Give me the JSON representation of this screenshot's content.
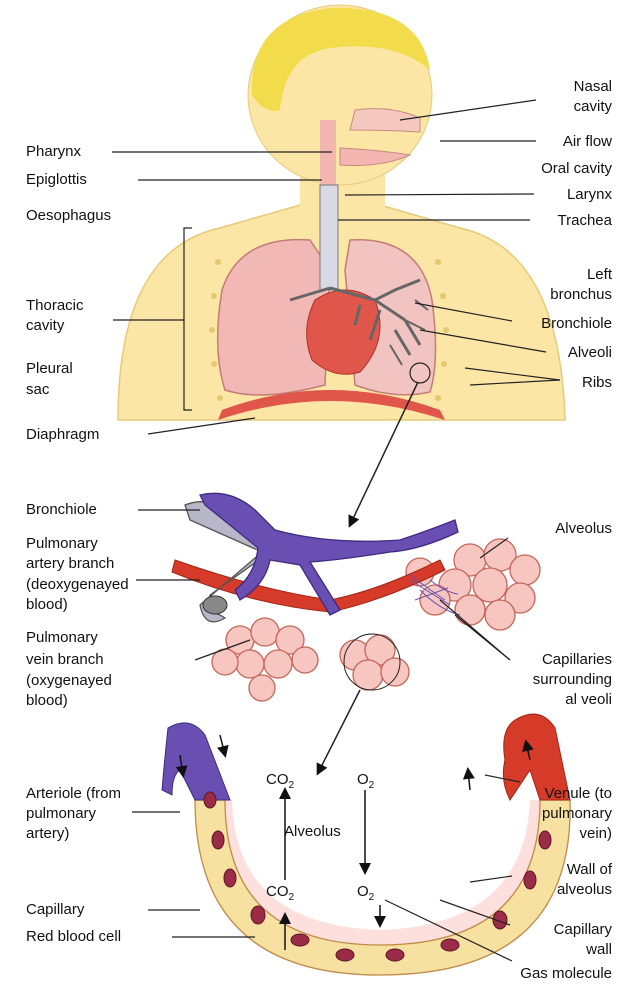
{
  "colors": {
    "skin": "#fbe6a6",
    "hair": "#f2dc4c",
    "lung": "#f2b8b6",
    "heart": "#e0564b",
    "artery_blue": "#6a4fb3",
    "vein_red": "#d63b2a",
    "alveolus": "#f7c6c0",
    "capillary_fill": "#f6e1a0",
    "rbc": "#9a2c48"
  },
  "top_labels_left": {
    "pharynx": "Pharynx",
    "epiglottis": "Epiglottis",
    "oesophagus": "Oesophagus",
    "thoracic_1": "Thoracic",
    "thoracic_2": "cavity",
    "pleural_1": "Pleural",
    "pleural_2": "sac",
    "diaphragm": "Diaphragm"
  },
  "top_labels_right": {
    "nasal_1": "Nasal",
    "nasal_2": "cavity",
    "air_flow": "Air flow",
    "oral_cavity": "Oral cavity",
    "larynx": "Larynx",
    "trachea": "Trachea",
    "left_bronchus_1": "Left",
    "left_bronchus_2": "bronchus",
    "bronchiole": "Bronchiole",
    "alveoli": "Alveoli",
    "ribs": "Ribs"
  },
  "middle_labels": {
    "bronchiole": "Bronchiole",
    "pa_1": "Pulmonary",
    "pa_2": "artery branch",
    "pa_3": "(deoxygenayed",
    "pa_4": "blood)",
    "pv_1": "Pulmonary",
    "pv_2": "vein branch",
    "pv_3": "(oxygenayed",
    "pv_4": "blood)",
    "alveolus": "Alveolus",
    "cap_1": "Capillaries",
    "cap_2": "surrounding",
    "cap_3": "al veoli"
  },
  "bottom_labels": {
    "arteriole_1": "Arteriole (from",
    "arteriole_2": "pulmonary",
    "arteriole_3": "artery)",
    "venule_1": "Venule (to",
    "venule_2": "pulmonary",
    "venule_3": "vein)",
    "alveolus": "Alveolus",
    "wall_1": "Wall of",
    "wall_2": "alveolus",
    "capillary": "Capillary",
    "red_blood_cell": "Red blood cell",
    "cap_wall_1": "Capillary",
    "cap_wall_2": "wall",
    "gas_molecule": "Gas molecule",
    "co2_letters": "CO",
    "o2_letters": "O",
    "subscript": "2"
  }
}
